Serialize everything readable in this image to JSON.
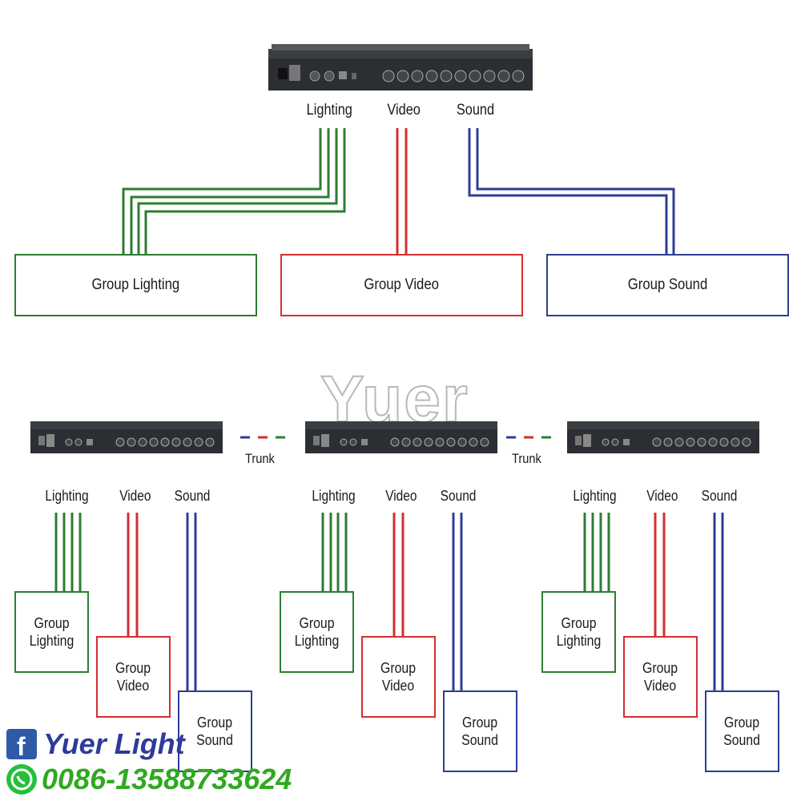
{
  "top": {
    "labels": {
      "lighting": "Lighting",
      "video": "Video",
      "sound": "Sound"
    },
    "boxes": {
      "lighting": "Group Lighting",
      "video": "Group Video",
      "sound": "Group Sound"
    }
  },
  "watermark": "Yuer",
  "trunk": "Trunk",
  "units": [
    {
      "lighting": "Lighting",
      "video": "Video",
      "sound": "Sound",
      "box_lighting": "Group\nLighting",
      "box_video": "Group\nVideo",
      "box_sound": "Group\nSound"
    },
    {
      "lighting": "Lighting",
      "video": "Video",
      "sound": "Sound",
      "box_lighting": "Group\nLighting",
      "box_video": "Group\nVideo",
      "box_sound": "Group\nSound"
    },
    {
      "lighting": "Lighting",
      "video": "Video",
      "sound": "Sound",
      "box_lighting": "Group\nLighting",
      "box_video": "Group\nVideo",
      "box_sound": "Group\nSound"
    }
  ],
  "footer": {
    "brand": "Yuer Light",
    "phone": "0086-13588733624"
  },
  "colors": {
    "lighting": "#2e7d32",
    "video": "#d32f2f",
    "sound": "#2c3e95"
  },
  "icons": {
    "device": "dmx-rack-unit-icon",
    "facebook": "facebook-icon",
    "whatsapp": "whatsapp-icon"
  }
}
